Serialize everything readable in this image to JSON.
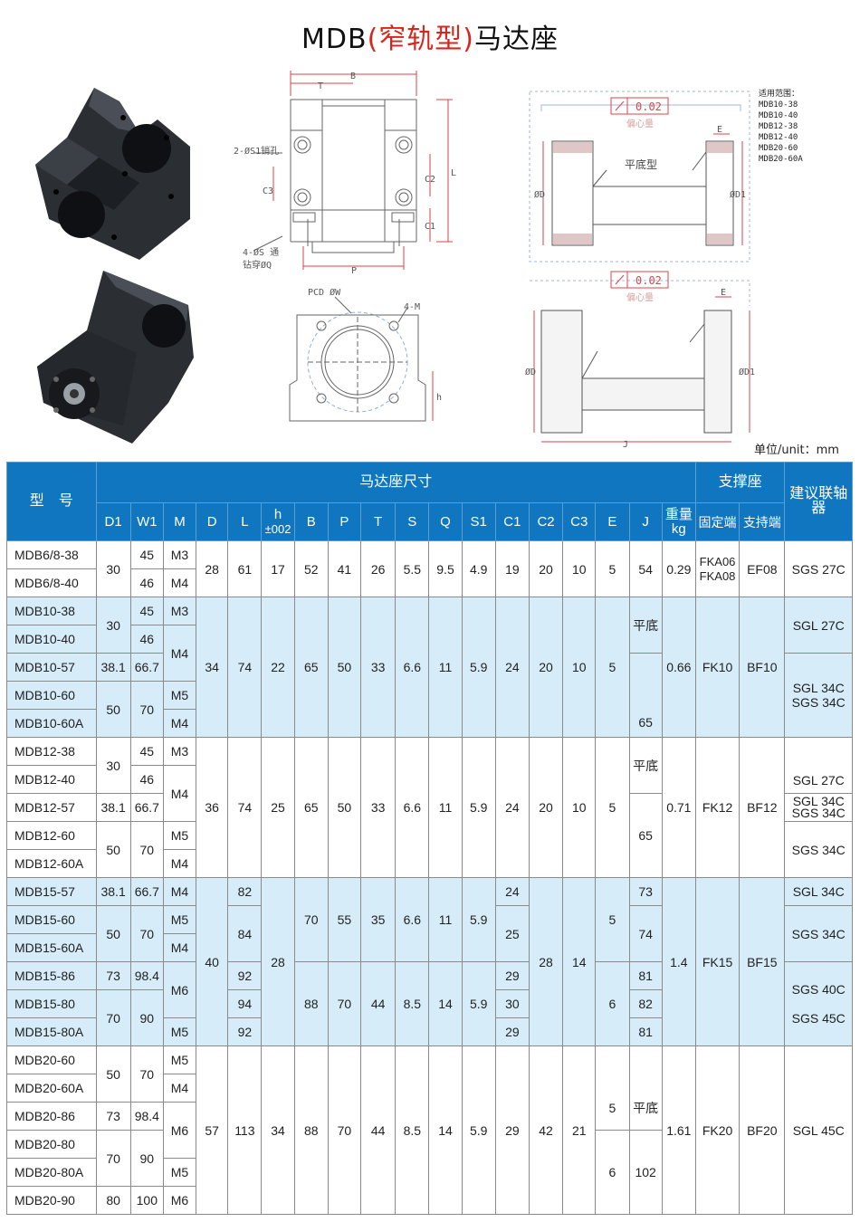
{
  "title": {
    "left": "MDB",
    "paren_open": "(",
    "highlight": "窄轨型",
    "paren_close": ")",
    "right": "马达座"
  },
  "unit": "单位/unit：mm",
  "drawings": {
    "top": {
      "B": "B",
      "T": "T",
      "L": "L",
      "C1": "C1",
      "C2": "C2",
      "C3": "C3",
      "P": "P",
      "pin": "2-ØS1销孔",
      "thru1": "4-ØS 通",
      "thru2": "钻穿ØQ"
    },
    "flange": {
      "pcd": "PCD ØW",
      "m": "4-M",
      "h": "h"
    },
    "side1": {
      "tol": "0.02",
      "ref": "偏心量",
      "type": "平底型",
      "D": "ØD",
      "D1": "ØD1",
      "E": "E"
    },
    "side2": {
      "tol": "0.02",
      "ref": "偏心量",
      "D": "ØD",
      "D1": "ØD1",
      "E": "E",
      "J": "J"
    },
    "range": {
      "label": "适用范围：",
      "items": [
        "MDB10-38",
        "MDB10-40",
        "MDB12-38",
        "MDB12-40",
        "MDB20-60",
        "MDB20-60A"
      ]
    }
  },
  "table": {
    "model": "型　号",
    "dims": "马达座尺寸",
    "support": "支撑座",
    "coupling": "建议联轴器",
    "cols": {
      "D1": "D1",
      "W1": "W1",
      "M": "M",
      "D": "D",
      "L": "L",
      "h": "h",
      "htol": "±002",
      "B": "B",
      "P": "P",
      "T": "T",
      "S": "S",
      "Q": "Q",
      "S1": "S1",
      "C1": "C1",
      "C2": "C2",
      "C3": "C3",
      "E": "E",
      "J": "J",
      "wt": "重量",
      "kg": "kg",
      "fixed": "固定端",
      "sup": "支持端"
    },
    "g1": {
      "m1": "MDB6/8-38",
      "m2": "MDB6/8-40",
      "d1": "30",
      "w1a": "45",
      "w1b": "46",
      "ma": "M3",
      "mb": "M4",
      "d": "28",
      "l": "61",
      "h": "17",
      "b": "52",
      "p": "41",
      "t": "26",
      "s": "5.5",
      "q": "9.5",
      "s1": "4.9",
      "c1": "19",
      "c2": "20",
      "c3": "10",
      "e": "5",
      "j": "54",
      "wt": "0.29",
      "fk1": "FKA06",
      "fk2": "FKA08",
      "bf": "EF08",
      "cp": "SGS 27C"
    },
    "g2": {
      "m1": "MDB10-38",
      "m2": "MDB10-40",
      "m3": "MDB10-57",
      "m4": "MDB10-60",
      "m5": "MDB10-60A",
      "d1a": "30",
      "d1b": "38.1",
      "d1c": "50",
      "w1a": "45",
      "w1b": "46",
      "w1c": "66.7",
      "w1d": "70",
      "ma": "M3",
      "mb": "M4",
      "mc": "M5",
      "md": "M4",
      "d": "34",
      "l": "74",
      "h": "22",
      "b": "65",
      "p": "50",
      "t": "33",
      "s": "6.6",
      "q": "11",
      "s1": "5.9",
      "c1": "24",
      "c2": "20",
      "c3": "10",
      "e": "5",
      "ja": "平底",
      "jb": "65",
      "wt": "0.66",
      "fk": "FK10",
      "bf": "BF10",
      "cpa": "SGL 27C",
      "cpb": "SGL 34C",
      "cpc": "SGS 34C"
    },
    "g3": {
      "m1": "MDB12-38",
      "m2": "MDB12-40",
      "m3": "MDB12-57",
      "m4": "MDB12-60",
      "m5": "MDB12-60A",
      "d1a": "30",
      "d1b": "38.1",
      "d1c": "50",
      "w1a": "45",
      "w1b": "46",
      "w1c": "66.7",
      "w1d": "70",
      "ma": "M3",
      "mb": "M4",
      "mc": "M5",
      "md": "M4",
      "d": "36",
      "l": "74",
      "h": "25",
      "b": "65",
      "p": "50",
      "t": "33",
      "s": "6.6",
      "q": "11",
      "s1": "5.9",
      "c1": "24",
      "c2": "20",
      "c3": "10",
      "e": "5",
      "ja": "平底",
      "jb": "65",
      "wt": "0.71",
      "fk": "FK12",
      "bf": "BF12",
      "cpa": "SGL 27C",
      "cpb": "SGL 34C",
      "cpc": "SGS 34C",
      "cpd": "SGS 34C"
    },
    "g4": {
      "m1": "MDB15-57",
      "m2": "MDB15-60",
      "m3": "MDB15-60A",
      "m4": "MDB15-86",
      "m5": "MDB15-80",
      "m6": "MDB15-80A",
      "d1a": "38.1",
      "d1b": "50",
      "d1c": "73",
      "d1d": "70",
      "w1a": "66.7",
      "w1b": "70",
      "w1c": "98.4",
      "w1d": "90",
      "ma": "M4",
      "mb": "M5",
      "mc": "M4",
      "md": "M6",
      "me": "M5",
      "d": "40",
      "la": "82",
      "lb": "84",
      "lc": "92",
      "ld": "94",
      "le": "92",
      "h": "28",
      "ba": "70",
      "bb": "88",
      "pa": "55",
      "pb": "70",
      "ta": "35",
      "tb": "44",
      "sa": "6.6",
      "sb": "8.5",
      "qa": "11",
      "qb": "14",
      "s1a": "5.9",
      "s1b": "5.9",
      "c1a": "24",
      "c1b": "25",
      "c1c": "29",
      "c1d": "30",
      "c1e": "29",
      "c2": "28",
      "c3": "14",
      "ea": "5",
      "eb": "6",
      "ja": "73",
      "jb": "74",
      "jc": "81",
      "jd": "82",
      "je": "81",
      "wt": "1.4",
      "fk": "FK15",
      "bf": "BF15",
      "cpa": "SGL 34C",
      "cpb": "SGS 34C",
      "cpc": "SGS 40C",
      "cpd": "SGS 45C"
    },
    "g5": {
      "m1": "MDB20-60",
      "m2": "MDB20-60A",
      "m3": "MDB20-86",
      "m4": "MDB20-80",
      "m5": "MDB20-80A",
      "m6": "MDB20-90",
      "d1a": "50",
      "d1b": "73",
      "d1c": "70",
      "d1d": "80",
      "w1a": "70",
      "w1b": "98.4",
      "w1c": "90",
      "w1d": "100",
      "ma": "M5",
      "mb": "M4",
      "mc": "M6",
      "md": "M5",
      "me": "M6",
      "d": "57",
      "l": "113",
      "h": "34",
      "b": "88",
      "p": "70",
      "t": "44",
      "s": "8.5",
      "q": "14",
      "s1": "5.9",
      "c1": "29",
      "c2": "42",
      "c3": "21",
      "ea": "5",
      "eb": "6",
      "ja": "平底",
      "jb": "102",
      "wt": "1.61",
      "fk": "FK20",
      "bf": "BF20",
      "cp": "SGL 45C"
    }
  }
}
